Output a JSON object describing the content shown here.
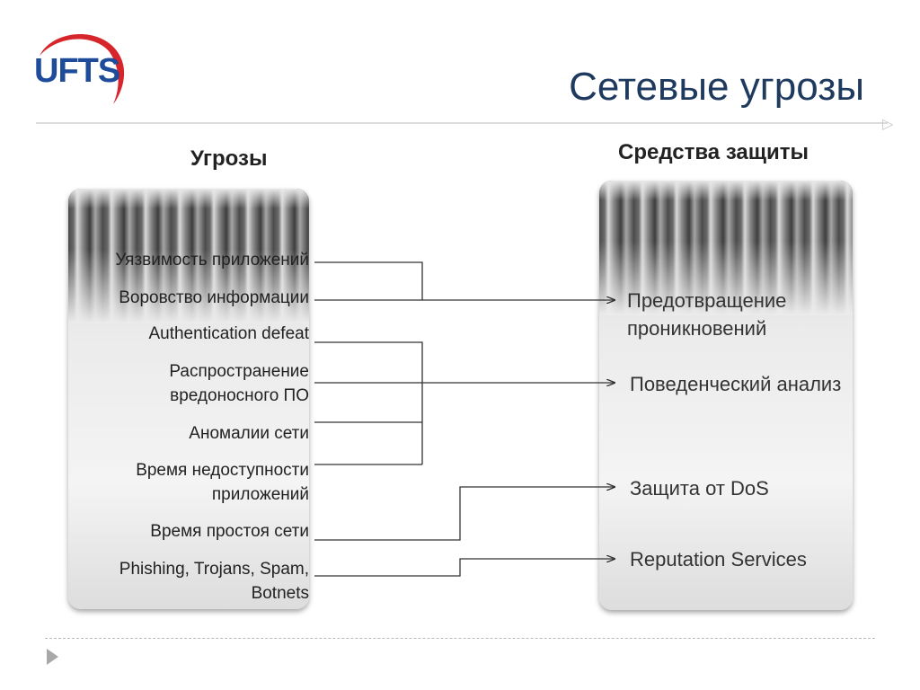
{
  "header": {
    "logo_text": "UFTS",
    "title": "Сетевые угрозы"
  },
  "left": {
    "heading": "Угрозы",
    "items": [
      "Уязвимость приложений",
      "Воровство информации",
      "Authentication defeat",
      "Распространение\nвредоносного ПО",
      "Аномалии сети",
      "Время недоступности\nприложений",
      "Время простоя сети",
      "Phishing, Trojans, Spam,\nBotnets"
    ]
  },
  "right": {
    "heading": "Средства защиты",
    "items": [
      "Предотвращение\nпроникновений",
      "Поведенческий анализ",
      "Защита от DoS",
      "Reputation Services"
    ]
  },
  "colors": {
    "title": "#1f3a5f",
    "logo_blue": "#1e4c9a",
    "logo_red": "#d6262c",
    "connector": "#333333"
  }
}
